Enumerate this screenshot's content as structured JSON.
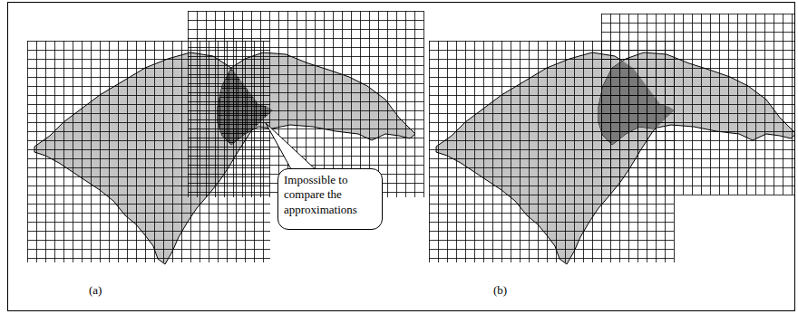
{
  "diagram": {
    "nodes": [
      {
        "text": [
          "Impossible to compare the approximations"
        ]
      }
    ],
    "labels": [
      "(a)",
      "(b)"
    ]
  }
}
